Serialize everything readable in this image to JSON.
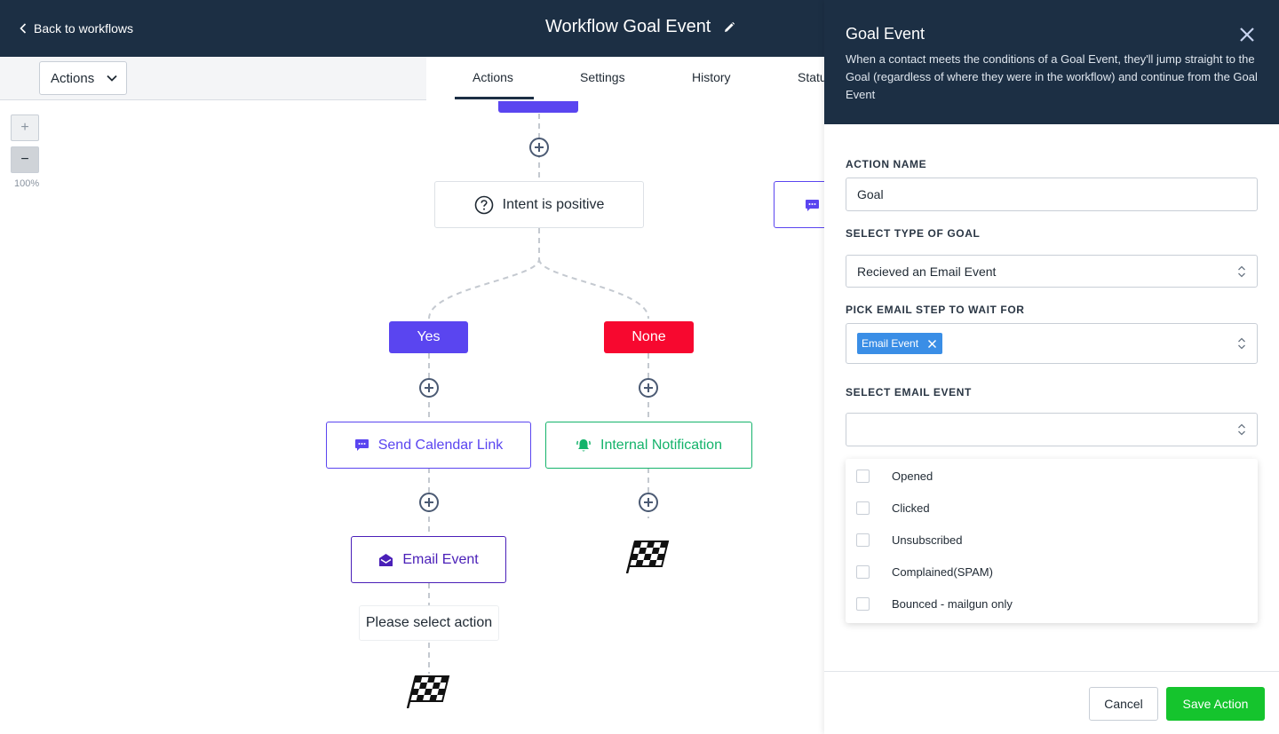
{
  "header": {
    "back_label": "Back to workflows",
    "workflow_title": "Workflow Goal Event"
  },
  "toolbar": {
    "actions_dropdown": "Actions",
    "tabs": [
      {
        "label": "Actions",
        "active": true
      },
      {
        "label": "Settings",
        "active": false
      },
      {
        "label": "History",
        "active": false
      },
      {
        "label": "Statu",
        "active": false
      }
    ]
  },
  "zoom": {
    "plus": "+",
    "minus": "−",
    "level": "100%"
  },
  "canvas": {
    "condition_node": "Intent is positive",
    "branches": [
      {
        "label": "Yes",
        "color": "#5a45f0"
      },
      {
        "label": "None",
        "color": "#f7082f"
      }
    ],
    "nodes": {
      "send_calendar_link": "Send Calendar Link",
      "internal_notification": "Internal Notification",
      "email_event": "Email Event",
      "please_select": "Please select action"
    },
    "colors": {
      "purple": "#5a45f0",
      "teal": "#14b36b",
      "indigo": "#4a1fb8",
      "plus": "#4b5a73"
    }
  },
  "panel": {
    "title": "Goal Event",
    "description": "When a contact meets the conditions of a Goal Event, they'll jump straight to the Goal (regardless of where they were in the workflow) and continue from the Goal Event",
    "action_name_label": "ACTION NAME",
    "action_name_value": "Goal",
    "goal_type_label": "SELECT TYPE OF GOAL",
    "goal_type_value": "Recieved an Email Event",
    "email_step_label": "PICK EMAIL STEP TO WAIT FOR",
    "email_step_chip": "Email Event",
    "email_event_label": "SELECT EMAIL EVENT",
    "email_event_value": "",
    "email_event_options": [
      "Opened",
      "Clicked",
      "Unsubscribed",
      "Complained(SPAM)",
      "Bounced - mailgun only"
    ],
    "cancel_label": "Cancel",
    "save_label": "Save Action",
    "save_color": "#15c42d",
    "header_color": "#1c2f44"
  }
}
